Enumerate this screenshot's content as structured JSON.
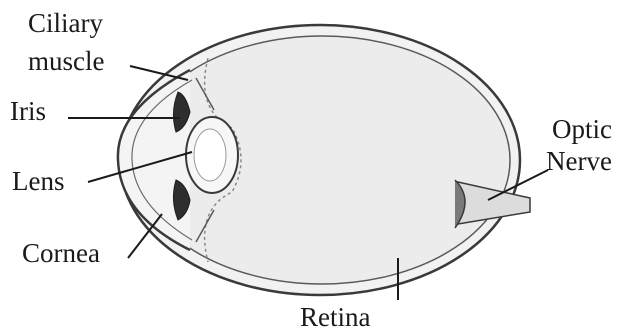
{
  "labels": {
    "ciliary_line1": "Ciliary",
    "ciliary_line2": "muscle",
    "iris": "Iris",
    "lens": "Lens",
    "cornea": "Cornea",
    "optic_line1": "Optic",
    "optic_line2": "Nerve",
    "retina": "Retina"
  },
  "colors": {
    "outline": "#3a3a3a",
    "sclera_fill": "#f2f2f2",
    "vitreous_fill": "#ececec",
    "iris_fill": "#2e2e2e",
    "lens_fill": "#f7f7f7",
    "label_text": "#1a1a1a"
  }
}
